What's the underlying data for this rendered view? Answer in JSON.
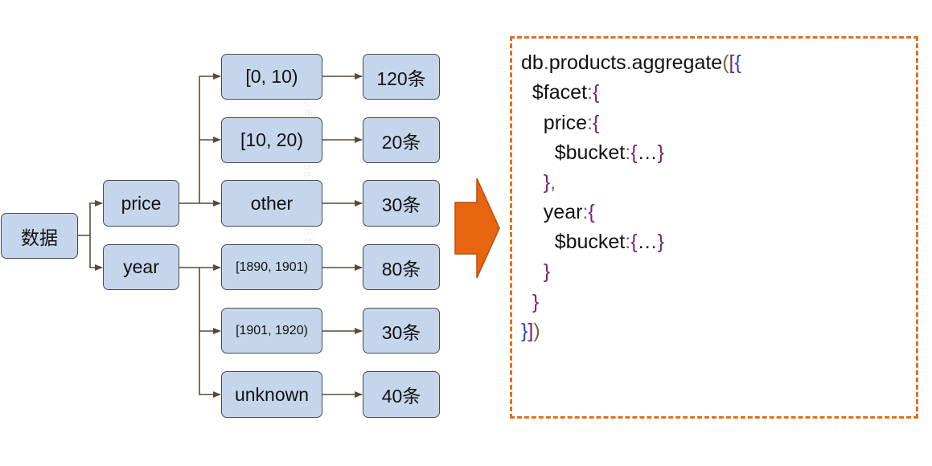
{
  "diagram": {
    "root": {
      "label": "数据"
    },
    "fields": [
      {
        "label": "price",
        "buckets": [
          {
            "label": "[0, 10)",
            "count": "120条"
          },
          {
            "label": "[10, 20)",
            "count": "20条"
          },
          {
            "label": "other",
            "count": "30条"
          }
        ]
      },
      {
        "label": "year",
        "buckets": [
          {
            "label": "[1890, 1901)",
            "count": "80条"
          },
          {
            "label": "[1901, 1920)",
            "count": "30条"
          },
          {
            "label": "unknown",
            "count": "40条"
          }
        ]
      }
    ],
    "watermark": "©重要组织 15815341 三页信息"
  },
  "code": {
    "line1": {
      "db": "db",
      "products": "products",
      "aggregate": "aggregate",
      "open_paren": "(",
      "open_bracket": "[",
      "open_brace": "{"
    },
    "line2": {
      "key": "$facet",
      "colon": ":",
      "open_brace": "{"
    },
    "line3": {
      "key": "price",
      "colon": ":",
      "open_brace": "{"
    },
    "line4": {
      "key": "$bucket",
      "colon": ":",
      "open_brace": "{",
      "ellipsis": "…",
      "close_brace": "}"
    },
    "line5": {
      "close_brace": "}",
      "comma": ","
    },
    "line6": {
      "key": "year",
      "colon": ":",
      "open_brace": "{"
    },
    "line7": {
      "key": "$bucket",
      "colon": ":",
      "open_brace": "{",
      "ellipsis": "…",
      "close_brace": "}"
    },
    "line8": {
      "close_brace": "}"
    },
    "line9": {
      "close_brace": "}"
    },
    "line10": {
      "close_brace": "}",
      "close_bracket": "]",
      "close_paren": ")"
    }
  },
  "colors": {
    "node_fill": "#c5d6ec",
    "node_border": "#4a4a4a",
    "connector": "#5a4a3a",
    "arrow_fill": "#e8650f",
    "arrow_stroke": "#b94f0a",
    "code_border": "#e0701f",
    "paren": "#6e6e2e",
    "bracket": "#7a1f7a",
    "brace": "#2a47a8"
  }
}
